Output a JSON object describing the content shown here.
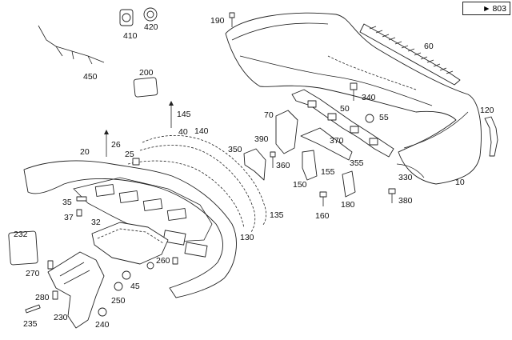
{
  "reference": {
    "arrow": "►",
    "page": "803"
  },
  "labels": {
    "l10": "10",
    "l20": "20",
    "l25": "25",
    "l26": "26",
    "l32": "32",
    "l35": "35",
    "l37": "37",
    "l40": "40",
    "l45": "45",
    "l50": "50",
    "l55": "55",
    "l60": "60",
    "l70": "70",
    "l120": "120",
    "l130": "130",
    "l135": "135",
    "l140": "140",
    "l145": "145",
    "l150": "150",
    "l155": "155",
    "l160": "160",
    "l180": "180",
    "l190": "190",
    "l200": "200",
    "l230": "230",
    "l232": "232",
    "l235": "235",
    "l240": "240",
    "l250": "250",
    "l260": "260",
    "l270": "270",
    "l280": "280",
    "l330": "330",
    "l340": "340",
    "l350": "350",
    "l355": "355",
    "l360": "360",
    "l370": "370",
    "l380": "380",
    "l390": "390",
    "l410": "410",
    "l420": "420",
    "l450": "450"
  }
}
